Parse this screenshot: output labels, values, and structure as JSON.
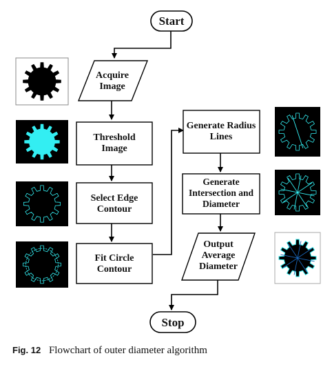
{
  "flowchart": {
    "start": "Start",
    "acquire": [
      "Acquire",
      "Image"
    ],
    "threshold": [
      "Threshold",
      "Image"
    ],
    "select_edge": [
      "Select Edge",
      "Contour"
    ],
    "fit_circle": [
      "Fit Circle",
      "Contour"
    ],
    "radius_lines": [
      "Generate Radius",
      "Lines"
    ],
    "intersection": [
      "Generate",
      "Intersection and",
      "Diameter"
    ],
    "output": [
      "Output",
      "Average",
      "Diameter"
    ],
    "stop": "Stop"
  },
  "thumbnails": {
    "acquire": "black gear on white background",
    "threshold": "cyan gear on black background",
    "select_edge": "cyan gear contour on black background",
    "fit_circle": "gear contour with fitted circle",
    "radius_lines": "gear contour with radius line",
    "intersection": "gear contour with radius lines",
    "output": "black gear with diameter lines"
  },
  "colors": {
    "cyan": "#33eef2",
    "dark_blue": "#1a66b8",
    "white": "#ffffff",
    "black": "#000000"
  },
  "caption": {
    "label": "Fig. 12",
    "text": "Flowchart of outer diameter algorithm"
  }
}
